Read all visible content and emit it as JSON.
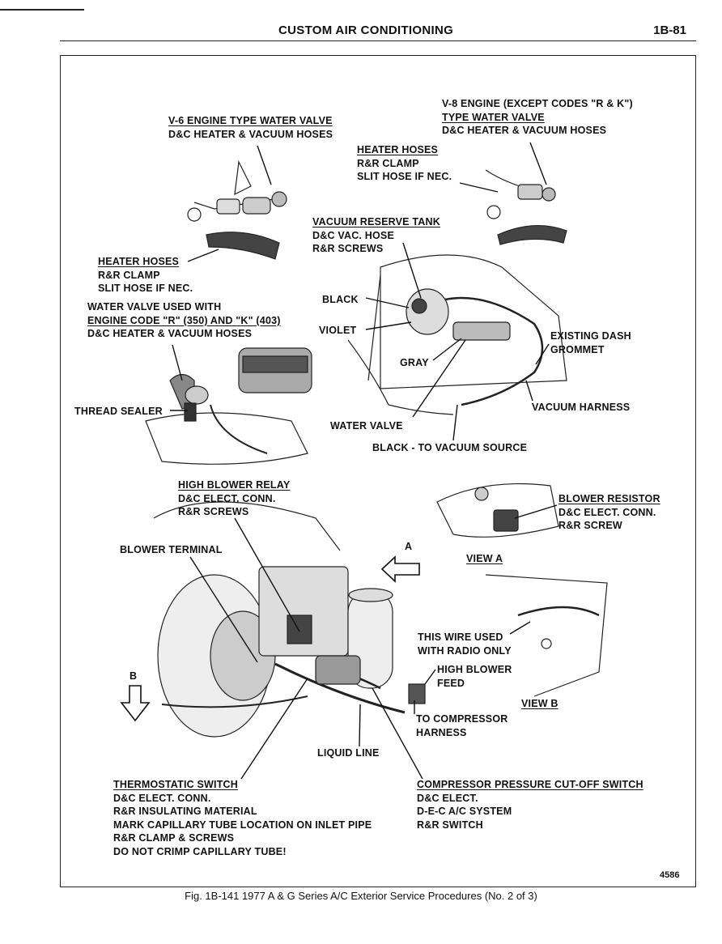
{
  "header": {
    "title": "CUSTOM AIR CONDITIONING",
    "page": "1B-81"
  },
  "labels": {
    "v6": {
      "title": "V-6 ENGINE TYPE WATER VALVE",
      "lines": [
        "D&C HEATER & VACUUM HOSES"
      ]
    },
    "v8": {
      "title1": "V-8 ENGINE (EXCEPT CODES \"R & K\")",
      "title2": "TYPE WATER VALVE",
      "lines": [
        "D&C HEATER & VACUUM HOSES"
      ]
    },
    "heater_hoses_top": {
      "title": "HEATER HOSES",
      "lines": [
        "R&R CLAMP",
        "SLIT HOSE IF NEC."
      ]
    },
    "heater_hoses_left": {
      "title": "HEATER HOSES",
      "lines": [
        "R&R CLAMP",
        "SLIT HOSE IF NEC."
      ]
    },
    "vacuum_tank": {
      "title": "VACUUM RESERVE TANK",
      "lines": [
        "D&C VAC. HOSE",
        "R&R SCREWS"
      ]
    },
    "water_valve_rk": {
      "line1": "WATER VALVE USED WITH",
      "title": "ENGINE CODE \"R\" (350) AND \"K\" (403)",
      "lines": [
        "D&C HEATER & VACUUM HOSES"
      ]
    },
    "black": "BLACK",
    "violet": "VIOLET",
    "gray": "GRAY",
    "existing_dash": [
      "EXISTING DASH",
      "GROMMET"
    ],
    "vacuum_harness": "VACUUM HARNESS",
    "thread_sealer": "THREAD SEALER",
    "water_valve": "WATER VALVE",
    "black_vacuum": "BLACK - TO VACUUM SOURCE",
    "high_blower_relay": {
      "title": "HIGH BLOWER RELAY",
      "lines": [
        "D&C ELECT. CONN.",
        "R&R SCREWS"
      ]
    },
    "blower_resistor": {
      "title": "BLOWER RESISTOR",
      "lines": [
        "D&C ELECT. CONN.",
        "R&R SCREW"
      ]
    },
    "blower_terminal": "BLOWER TERMINAL",
    "arrow_a": "A",
    "view_a": "VIEW A",
    "arrow_b": "B",
    "radio_wire": [
      "THIS WIRE USED",
      "WITH RADIO ONLY"
    ],
    "high_blower_feed": [
      "HIGH BLOWER",
      "FEED"
    ],
    "view_b": "VIEW B",
    "to_compressor": [
      "TO COMPRESSOR",
      "HARNESS"
    ],
    "liquid_line": "LIQUID LINE",
    "thermostatic": {
      "title": "THERMOSTATIC SWITCH",
      "lines": [
        "D&C ELECT. CONN.",
        "R&R INSULATING MATERIAL",
        "MARK CAPILLARY TUBE LOCATION ON INLET PIPE",
        "R&R CLAMP & SCREWS",
        "DO NOT CRIMP CAPILLARY TUBE!"
      ]
    },
    "compressor_switch": {
      "title": "COMPRESSOR PRESSURE CUT-OFF SWITCH",
      "lines": [
        "D&C ELECT.",
        "D-E-C A/C SYSTEM",
        "R&R SWITCH"
      ]
    }
  },
  "figure_number": "4586",
  "caption": "Fig. 1B-141 1977 A & G Series A/C Exterior Service Procedures (No. 2 of 3)"
}
